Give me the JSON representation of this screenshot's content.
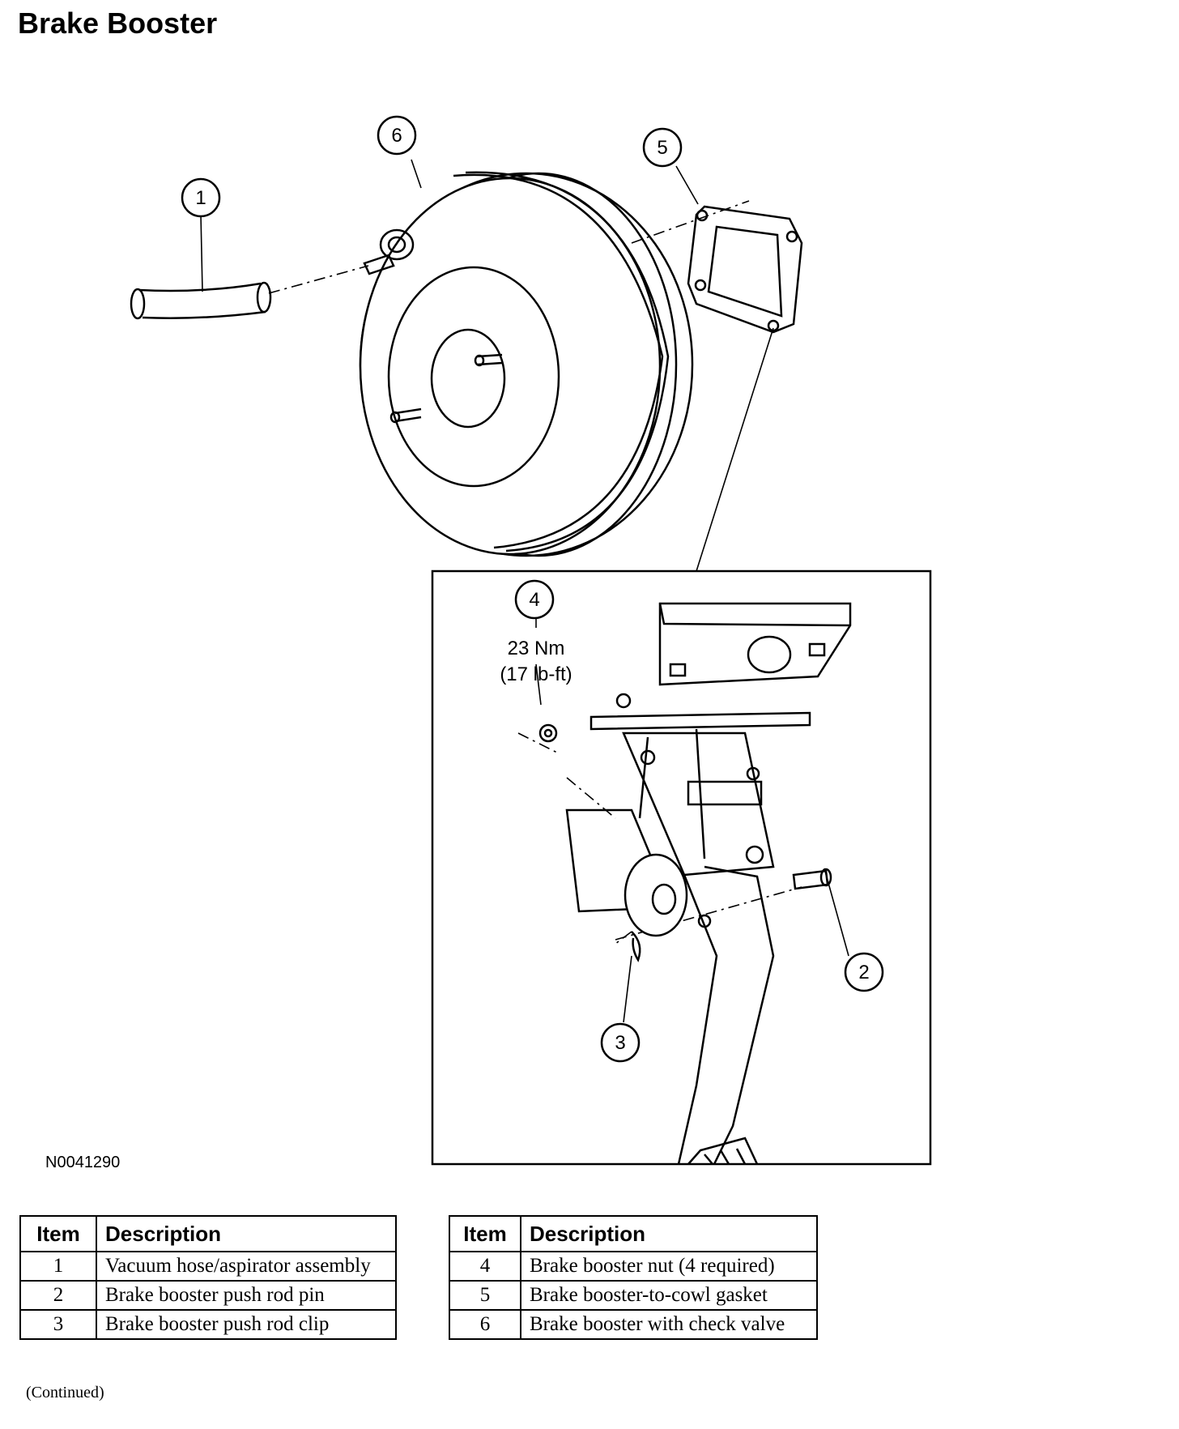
{
  "title": "Brake Booster",
  "figure": {
    "id": "N0041290",
    "callouts": [
      "1",
      "2",
      "3",
      "4",
      "5",
      "6"
    ],
    "torque_line1": "23 Nm",
    "torque_line2": "(17 lb-ft)"
  },
  "tables": [
    {
      "header": {
        "item": "Item",
        "description": "Description"
      },
      "rows": [
        {
          "item": "1",
          "description": "Vacuum hose/aspirator assembly"
        },
        {
          "item": "2",
          "description": "Brake booster push rod pin"
        },
        {
          "item": "3",
          "description": "Brake booster push rod clip"
        }
      ]
    },
    {
      "header": {
        "item": "Item",
        "description": "Description"
      },
      "rows": [
        {
          "item": "4",
          "description": "Brake booster nut (4 required)"
        },
        {
          "item": "5",
          "description": "Brake booster-to-cowl gasket"
        },
        {
          "item": "6",
          "description": "Brake booster with check valve"
        }
      ]
    }
  ],
  "footer": "(Continued)"
}
